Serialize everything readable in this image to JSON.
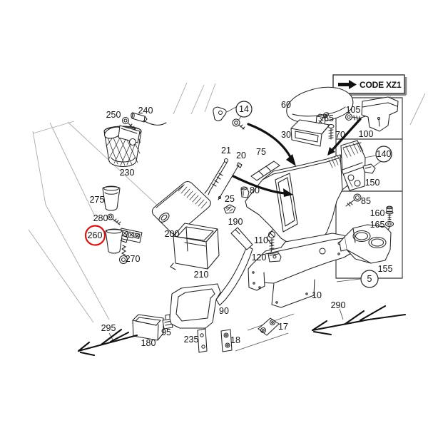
{
  "code_box": {
    "label": "CODE XZ1"
  },
  "highlight": {
    "circled_part": "260",
    "color": "#d01616"
  },
  "callouts": {
    "circled_parts": [
      "14",
      "140",
      "5"
    ]
  },
  "labels": {
    "p5": "5",
    "p10": "10",
    "p14": "14",
    "p17": "17",
    "p18": "18",
    "p20": "20",
    "p21": "21",
    "p25": "25",
    "p30": "30",
    "p60": "60",
    "p65": "65",
    "p70": "70",
    "p75": "75",
    "p80": "80",
    "p85": "85",
    "p90": "90",
    "p95": "95",
    "p100": "100",
    "p105": "105",
    "p110": "110",
    "p120": "120",
    "p140": "140",
    "p150": "150",
    "p155": "155",
    "p160": "160",
    "p165": "165",
    "p180": "180",
    "p190": "190",
    "p200": "200",
    "p210": "210",
    "p230": "230",
    "p235": "235",
    "p240": "240",
    "p250": "250",
    "p260": "260",
    "p270": "270",
    "p275": "275",
    "p280": "280",
    "p290": "290",
    "p295": "295"
  },
  "colors": {
    "line": "#222222",
    "faint": "#a9a9a9",
    "arrow": "#111111",
    "highlight": "#d01616"
  }
}
